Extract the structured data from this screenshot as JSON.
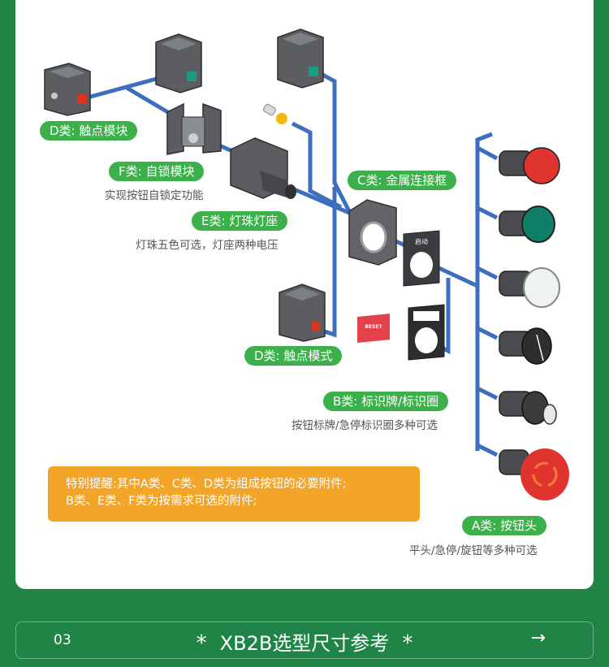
{
  "colors": {
    "background": "#1f8445",
    "panel": "#ffffff",
    "label_pill": "#3cb04a",
    "connector_line": "#3d6fbf",
    "notice_bg": "#f3a52a"
  },
  "components": [
    {
      "id": "D1",
      "label": "D类: 触点模块",
      "description": ""
    },
    {
      "id": "F",
      "label": "F类: 自锁模块",
      "description": "实现按钮自锁定功能"
    },
    {
      "id": "E",
      "label": "E类: 灯珠灯座",
      "description": "灯珠五色可选，灯座两种电压"
    },
    {
      "id": "C",
      "label": "C类: 金属连接框",
      "description": ""
    },
    {
      "id": "D2",
      "label": "D类: 触点模式",
      "description": ""
    },
    {
      "id": "B",
      "label": "B类: 标识牌/标识圈",
      "description": "按钮标牌/急停标识圈多种可选"
    },
    {
      "id": "A",
      "label": "A类: 按钮头",
      "description": "平头/急停/旋钮等多种可选"
    }
  ],
  "legend_plate_text": "启动",
  "reset_tag_text": "RESET",
  "button_heads": [
    "red-flush",
    "green-flush",
    "white-illuminated",
    "black-selector",
    "key-switch",
    "red-mushroom-estop"
  ],
  "notice": {
    "line1": "特别提醒:其中A类、C类、D类为组成按钮的必要附件;",
    "line2": "B类、E类、F类为按需求可选的附件;"
  },
  "footer": {
    "number": "03",
    "star": "*",
    "title": "XB2B选型尺寸参考",
    "arrow": "→"
  }
}
